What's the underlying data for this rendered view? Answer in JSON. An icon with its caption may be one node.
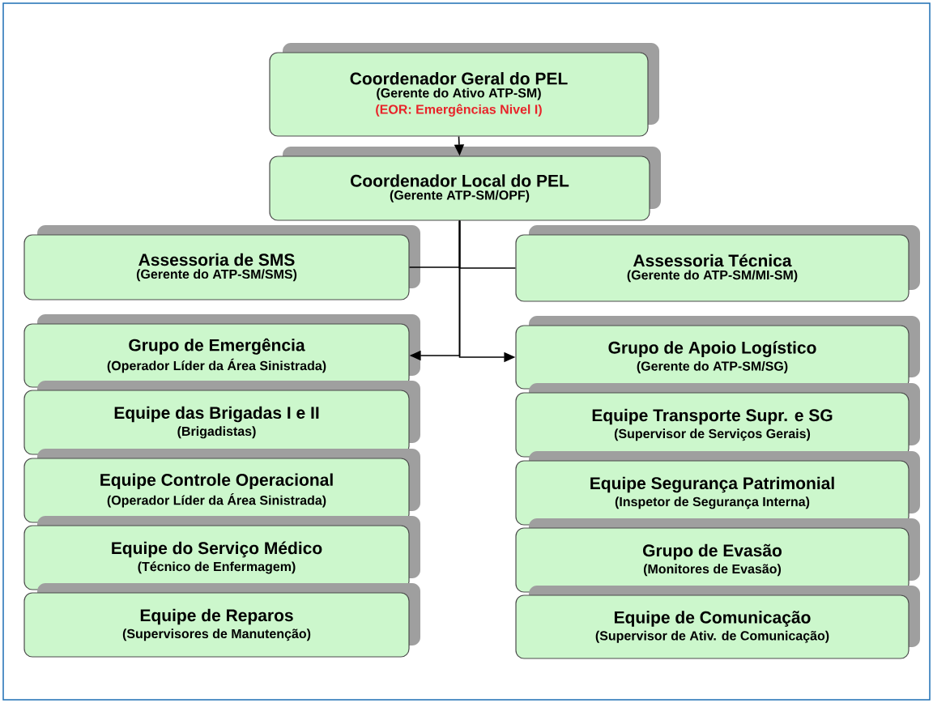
{
  "diagram": {
    "nodes": [
      {
        "text": [
          "Coordenador Geral do PEL",
          "(Gerente do Ativo ATP-SM)",
          "(EOR: Emergências Nivel I)"
        ]
      },
      {
        "text": [
          "Coordenador Local do PEL",
          "(Gerente ATP-SM/OPF)"
        ]
      },
      {
        "text": [
          "Assessoria de SMS",
          "(Gerente do ATP-SM/SMS)"
        ]
      },
      {
        "text": [
          "Assessoria Técnica",
          "(Gerente do ATP-SM/MI-SM)"
        ]
      },
      {
        "text": [
          "Grupo de Emergência",
          "(Operador Líder da Área Sinistrada)"
        ]
      },
      {
        "text": [
          "Equipe das Brigadas I e II",
          "(Brigadistas)"
        ]
      },
      {
        "text": [
          "Equipe Controle Operacional",
          "(Operador Líder da Área Sinistrada)"
        ]
      },
      {
        "text": [
          "Equipe do Serviço Médico",
          "(Técnico de Enfermagem)"
        ]
      },
      {
        "text": [
          "Equipe de Reparos",
          "(Supervisores de Manutenção)"
        ]
      },
      {
        "text": [
          "Grupo de Apoio Logístico",
          "(Gerente do ATP-SM/SG)"
        ]
      },
      {
        "text": [
          "Equipe Transporte Supr. e SG",
          "(Supervisor de Serviços Gerais)"
        ]
      },
      {
        "text": [
          "Equipe Segurança Patrimonial",
          "(Inspetor de Segurança Interna)"
        ]
      },
      {
        "text": [
          "Grupo de Evasão",
          "(Monitores de Evasão)"
        ]
      },
      {
        "text": [
          "Equipe de Comunicação",
          "(Supervisor de Ativ. de Comunicação)"
        ]
      }
    ],
    "edges": [
      {
        "from": 0,
        "to": 1,
        "arrow": "to"
      },
      {
        "from": 1,
        "to": 2,
        "arrow": "none"
      },
      {
        "from": 1,
        "to": 3,
        "arrow": "none"
      },
      {
        "from": 1,
        "to": 4,
        "arrow": "to"
      },
      {
        "from": 1,
        "to": 9,
        "arrow": "to"
      }
    ]
  }
}
